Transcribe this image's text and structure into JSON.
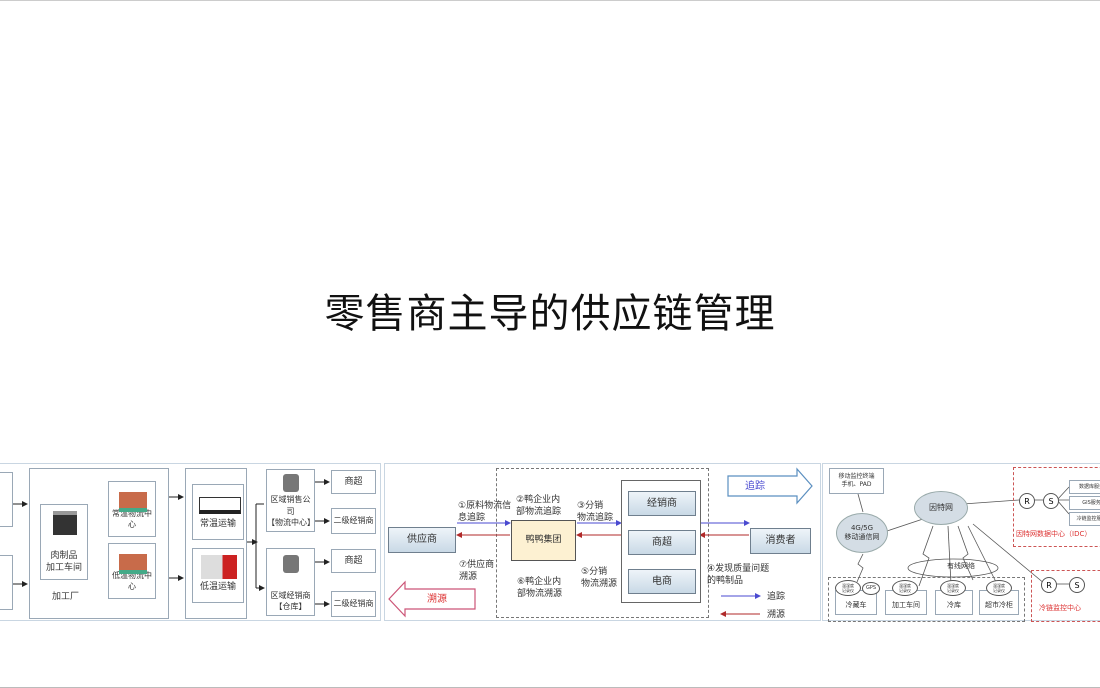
{
  "title": "零售商主导的供应链管理",
  "panel1": {
    "factory_label": "加工厂",
    "workshop": "肉制品\n加工车间",
    "ambient_center": "常温物流中心",
    "cold_center": "低温物流中心",
    "ambient_transport": "常温运输",
    "cold_transport": "低温运输",
    "regional_company": "区域销售公司\n【物流中心】",
    "regional_dealer": "区域经销商\n【仓库】",
    "supermarket": "商超",
    "secondary_dealer": "二级经销商"
  },
  "panel2": {
    "trace_forward": "追踪",
    "trace_back": "溯源",
    "supplier": "供应商",
    "group": "鸭鸭集团",
    "dealer": "经销商",
    "supermarket": "商超",
    "ecommerce": "电商",
    "consumer": "消费者",
    "step1": "①原料物流信\n息追踪",
    "step2": "②鸭企业内\n部物流追踪",
    "step3": "③分销\n物流追踪",
    "step4": "④发现质量问题\n的鸭制品",
    "step5": "⑤分销\n物流溯源",
    "step6": "⑥鸭企业内\n部物流溯源",
    "step7": "⑦供应商\n溯源",
    "legend_forward": "追踪",
    "legend_back": "溯源",
    "forward_color": "#4a4ad0",
    "back_color": "#b02a2a"
  },
  "panel3": {
    "mobile_terminal": "移动监控终端\n手机、PAD",
    "internet": "因特网",
    "mobile_net": "4G/5G\n移动通信网",
    "wired": "有线网络",
    "db_server": "数据库服务器",
    "gis_server": "GIS服务器",
    "cold_monitor_server": "冷链监控服务器",
    "idc": "因特网数据中心（IDC）",
    "monitor_center": "冷链监控中心",
    "router": "R",
    "switch": "S",
    "recorder": "温湿度\n记录仪",
    "gps": "GPS",
    "sites": [
      "冷藏车",
      "加工车间",
      "冷库",
      "超市冷柜"
    ]
  }
}
